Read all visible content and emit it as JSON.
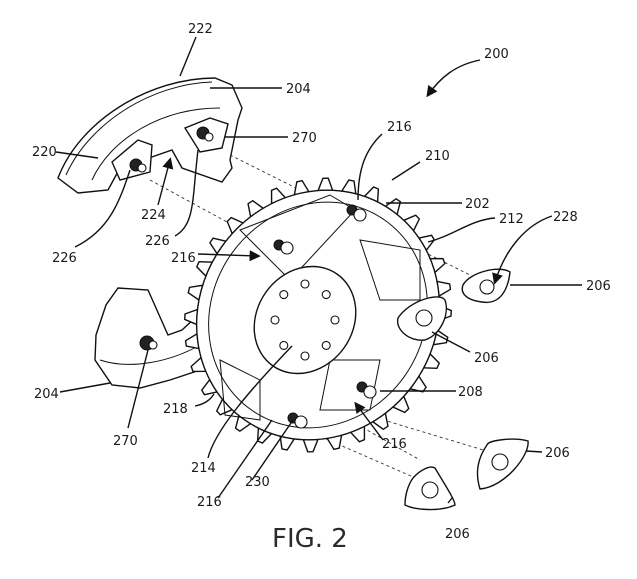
{
  "figure": {
    "caption": "FIG. 2",
    "assembly_ref": "200",
    "labels": {
      "l222": "222",
      "l204a": "204",
      "l220": "220",
      "l270a": "270",
      "l224": "224",
      "l226a": "226",
      "l226b": "226",
      "l216a": "216",
      "l216b": "216",
      "l210": "210",
      "l202": "202",
      "l212": "212",
      "l228": "228",
      "l206a": "206",
      "l206b": "206",
      "l208": "208",
      "l216c": "216",
      "l206c": "206",
      "l206d": "206",
      "l204b": "204",
      "l270b": "270",
      "l218": "218",
      "l214": "214",
      "l230": "230",
      "l216d": "216"
    }
  }
}
